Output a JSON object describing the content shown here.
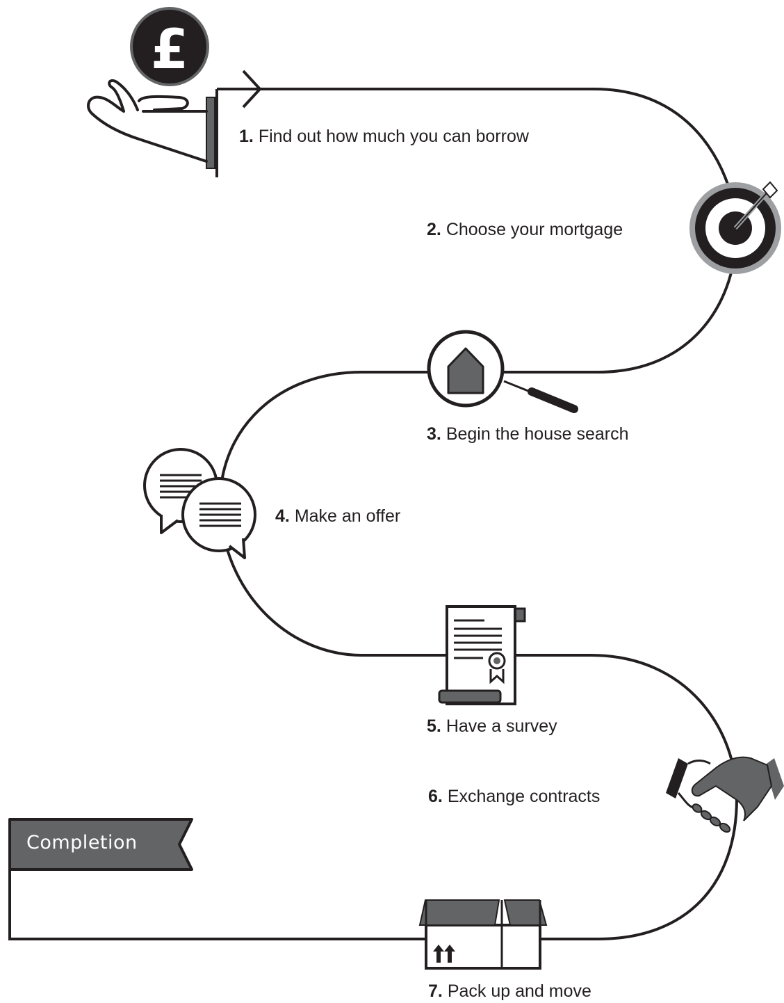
{
  "steps": [
    {
      "num": "1.",
      "text": "Find out how much you can borrow",
      "icon": "pound-coin-hand-icon"
    },
    {
      "num": "2.",
      "text": "Choose your mortgage",
      "icon": "target-icon"
    },
    {
      "num": "3.",
      "text": "Begin the house search",
      "icon": "house-search-icon"
    },
    {
      "num": "4.",
      "text": "Make an offer",
      "icon": "speech-bubbles-icon"
    },
    {
      "num": "5.",
      "text": "Have a survey",
      "icon": "certificate-scroll-icon"
    },
    {
      "num": "6.",
      "text": "Exchange contracts",
      "icon": "handshake-icon"
    },
    {
      "num": "7.",
      "text": "Pack up and move",
      "icon": "moving-box-icon"
    }
  ],
  "completion": {
    "label": "Completion",
    "icon": "flag-icon"
  },
  "currency_symbol": "£",
  "colors": {
    "line": "#231f20",
    "grey": "#636466",
    "light_grey": "#9d9fa2",
    "background": "#ffffff"
  }
}
